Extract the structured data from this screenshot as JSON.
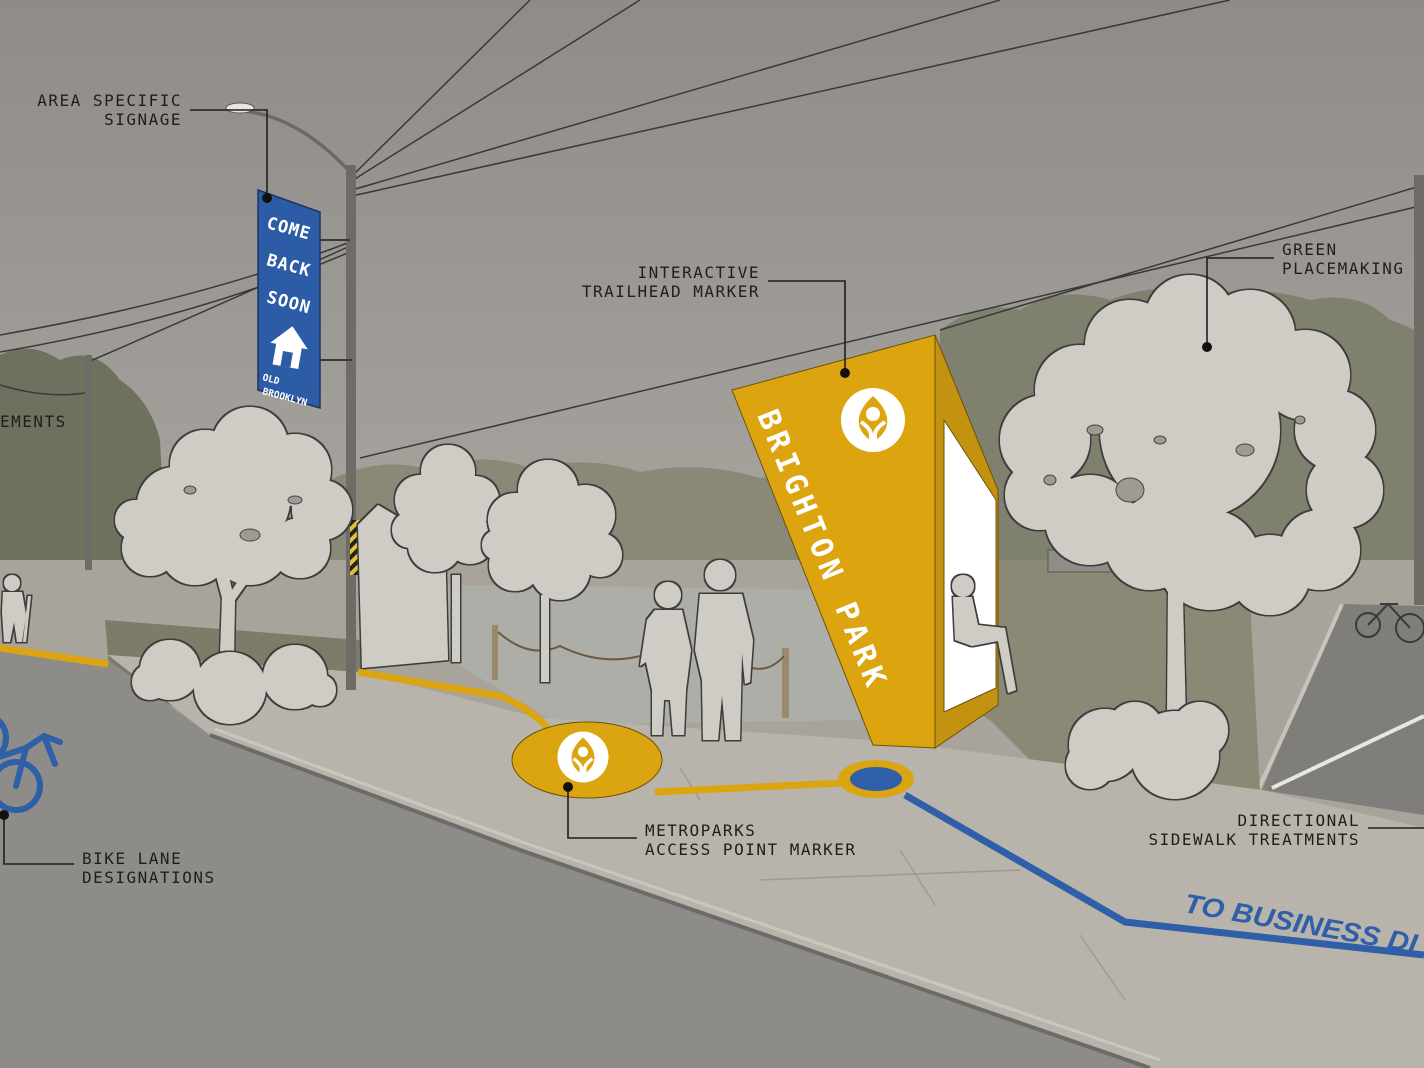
{
  "callouts": {
    "area_signage": [
      "AREA SPECIFIC",
      "SIGNAGE"
    ],
    "trailhead_marker": [
      "INTERACTIVE",
      "TRAILHEAD MARKER"
    ],
    "green_placemaking": [
      "GREEN",
      "PLACEMAKING"
    ],
    "left_cutoff": [
      "EMENTS"
    ],
    "access_point_marker": [
      "METROPARKS",
      "ACCESS POINT MARKER"
    ],
    "bike_lane": [
      "BIKE LANE",
      "DESIGNATIONS"
    ],
    "sidewalk_treatments": [
      "DIRECTIONAL",
      "SIDEWALK TREATMENTS"
    ]
  },
  "banner": {
    "lines": [
      "COME",
      "BACK",
      "SOON"
    ],
    "footer": [
      "OLD",
      "BROOKLYN"
    ],
    "icon": "house-arrow-icon"
  },
  "kiosk": {
    "title": "BRIGHTON PARK",
    "icon": "metroparks-leaf-icon"
  },
  "access_marker": {
    "icon": "metroparks-leaf-icon"
  },
  "sidewalk_path": {
    "text": "TO BUSINESS DI"
  },
  "bike_lane_marking": {
    "icon": "bicycle-icon"
  },
  "colors": {
    "path_yellow": "#dba511",
    "path_blue": "#2f5fa8",
    "banner_blue": "#2d5ca6",
    "kiosk_yellow": "#dca510",
    "silhouette": "#cfcbc5",
    "label_text": "#1e1e1e"
  }
}
